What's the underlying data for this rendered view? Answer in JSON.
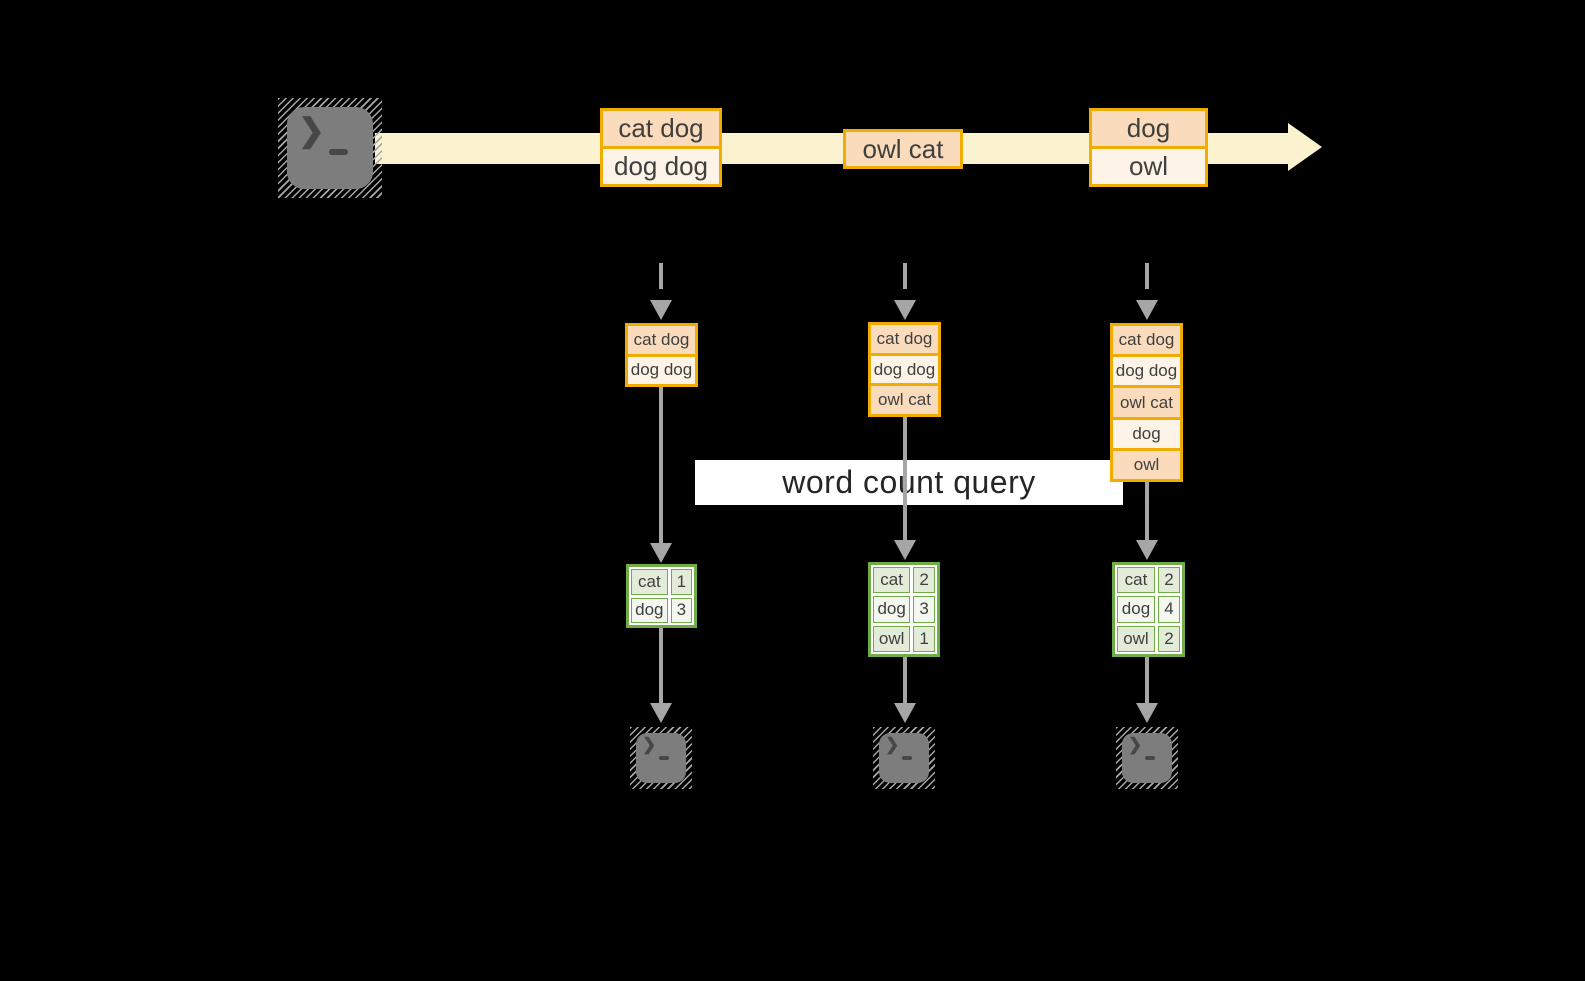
{
  "diagram_title": "word count query",
  "colors": {
    "background": "#000000",
    "stream_band": "#fbf2d0",
    "record_border": "#f0ac00",
    "record_fill_dark": "#fadcbd",
    "record_fill_light": "#fdf3e6",
    "table_border": "#70ad47",
    "table_fill_dark": "#e2ecd8",
    "table_fill_light": "#f3f7ef",
    "connector_gray": "#a6a6a6",
    "terminal_gray": "#7d7d7d",
    "query_band_bg": "#ffffff",
    "text": "#3f3f3f"
  },
  "icons": {
    "source": "terminal-icon",
    "sinks": [
      "terminal-icon",
      "terminal-icon",
      "terminal-icon"
    ],
    "prompt_glyph": "❯"
  },
  "stream": {
    "records": [
      {
        "lines": [
          "cat dog",
          "dog dog"
        ]
      },
      {
        "lines": [
          "owl cat"
        ]
      },
      {
        "lines": [
          "dog",
          "owl"
        ]
      }
    ]
  },
  "query": {
    "label": "word count query"
  },
  "columns": [
    {
      "buffer": [
        "cat dog",
        "dog dog"
      ],
      "counts": [
        {
          "word": "cat",
          "count": "1"
        },
        {
          "word": "dog",
          "count": "3"
        }
      ]
    },
    {
      "buffer": [
        "cat dog",
        "dog dog",
        "owl cat"
      ],
      "counts": [
        {
          "word": "cat",
          "count": "2"
        },
        {
          "word": "dog",
          "count": "3"
        },
        {
          "word": "owl",
          "count": "1"
        }
      ]
    },
    {
      "buffer": [
        "cat dog",
        "dog dog",
        "owl cat",
        "dog",
        "owl"
      ],
      "counts": [
        {
          "word": "cat",
          "count": "2"
        },
        {
          "word": "dog",
          "count": "4"
        },
        {
          "word": "owl",
          "count": "2"
        }
      ]
    }
  ]
}
